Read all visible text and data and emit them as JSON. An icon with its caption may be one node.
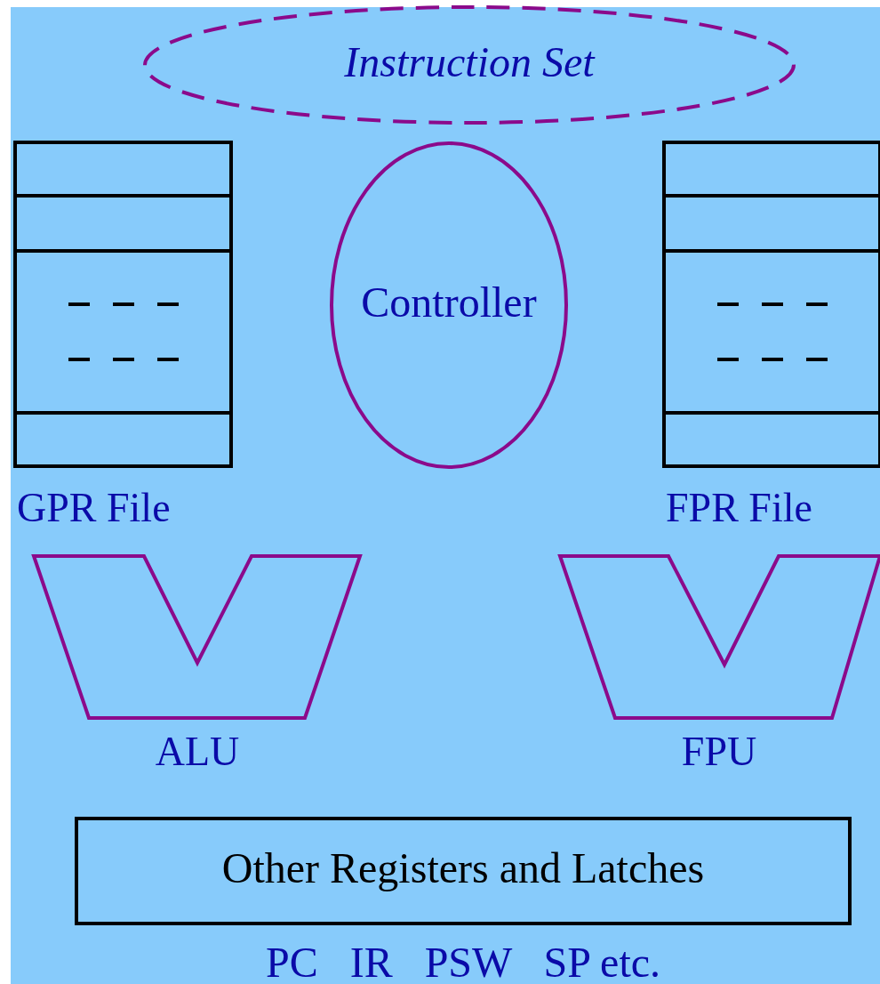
{
  "diagram": {
    "nodes": [
      {
        "text": [
          "Instruction Set"
        ]
      },
      {
        "text": [
          "GPR File"
        ]
      },
      {
        "text": [
          "Controller"
        ]
      },
      {
        "text": [
          "FPR File"
        ]
      },
      {
        "text": [
          "ALU"
        ]
      },
      {
        "text": [
          "FPU"
        ]
      },
      {
        "text": [
          "Other Registers and Latches"
        ],
        "beside": [
          "PC   IR   PSW   SP etc."
        ]
      }
    ]
  }
}
